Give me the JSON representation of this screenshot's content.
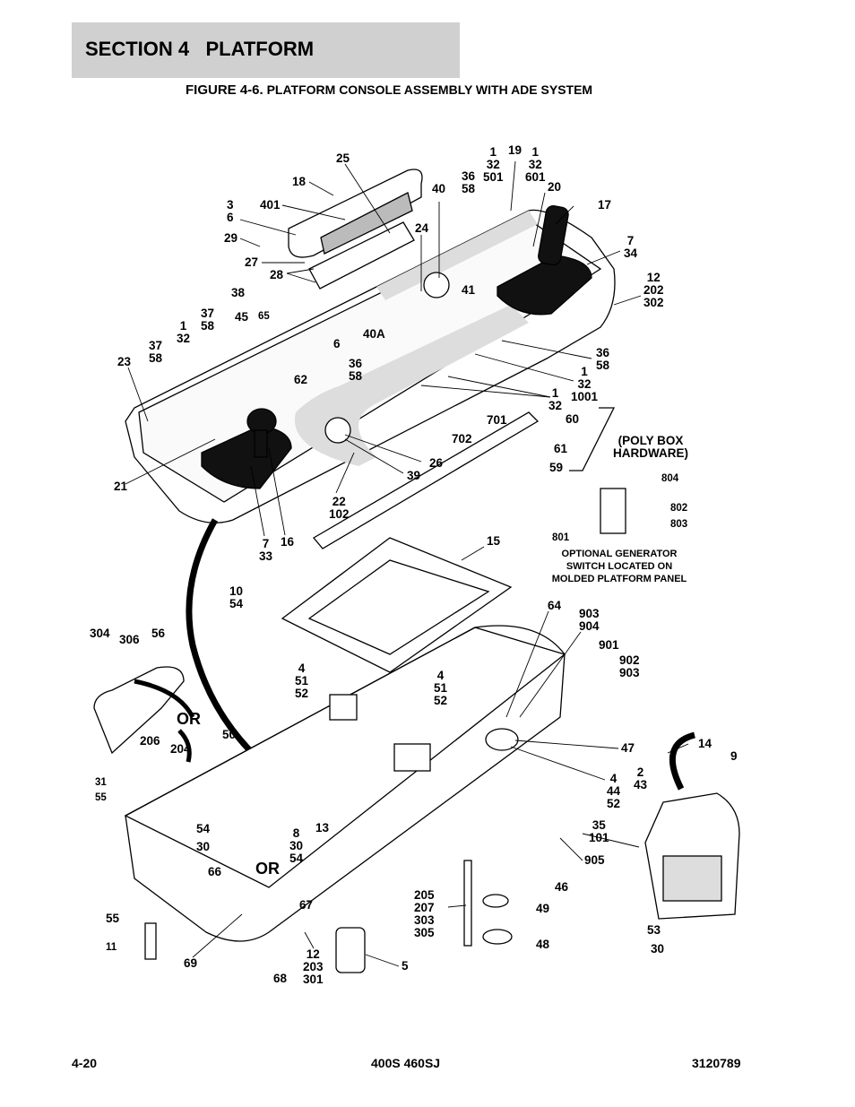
{
  "header": {
    "section": "SECTION 4   PLATFORM"
  },
  "figure": {
    "number": "FIGURE 4-6.",
    "title": " PLATFORM CONSOLE ASSEMBLY WITH ADE SYSTEM"
  },
  "callouts": [
    "25",
    "18",
    "401",
    "3\n6",
    "29",
    "27",
    "28",
    "38",
    "45",
    "65",
    "37\n58",
    "1\n32",
    "37\n58",
    "23",
    "6",
    "40A",
    "36\n58",
    "62",
    "24",
    "40",
    "41",
    "36\n58",
    "1\n32\n501",
    "19",
    "1\n32\n601",
    "20",
    "17",
    "7\n34",
    "12\n202\n302",
    "36\n58",
    "1\n32\n1001",
    "1\n32",
    "701",
    "60",
    "702",
    "61",
    "59",
    "(POLY BOX\nHARDWARE)",
    "26",
    "39",
    "21",
    "22\n102",
    "7\n33",
    "16",
    "804",
    "802",
    "803",
    "801",
    "15",
    "10\n54",
    "64",
    "903\n904",
    "304",
    "306",
    "56",
    "901",
    "902\n903",
    "4\n51\n52",
    "4\n51\n52",
    "OR",
    "50",
    "206",
    "204",
    "47",
    "14",
    "9",
    "4\n44\n52",
    "2\n43",
    "31",
    "55",
    "13",
    "54",
    "8\n30\n54",
    "30",
    "OR",
    "66",
    "35\n101",
    "905",
    "46",
    "67",
    "205\n207\n303\n305",
    "49",
    "55",
    "11",
    "48",
    "53",
    "30",
    "69",
    "12\n203\n301",
    "5",
    "68"
  ],
  "generator_note": "OPTIONAL GENERATOR\nSWITCH LOCATED ON\nMOLDED PLATFORM PANEL",
  "footer": {
    "page": "4-20",
    "model": "400S 460SJ",
    "doc_number": "3120789"
  }
}
